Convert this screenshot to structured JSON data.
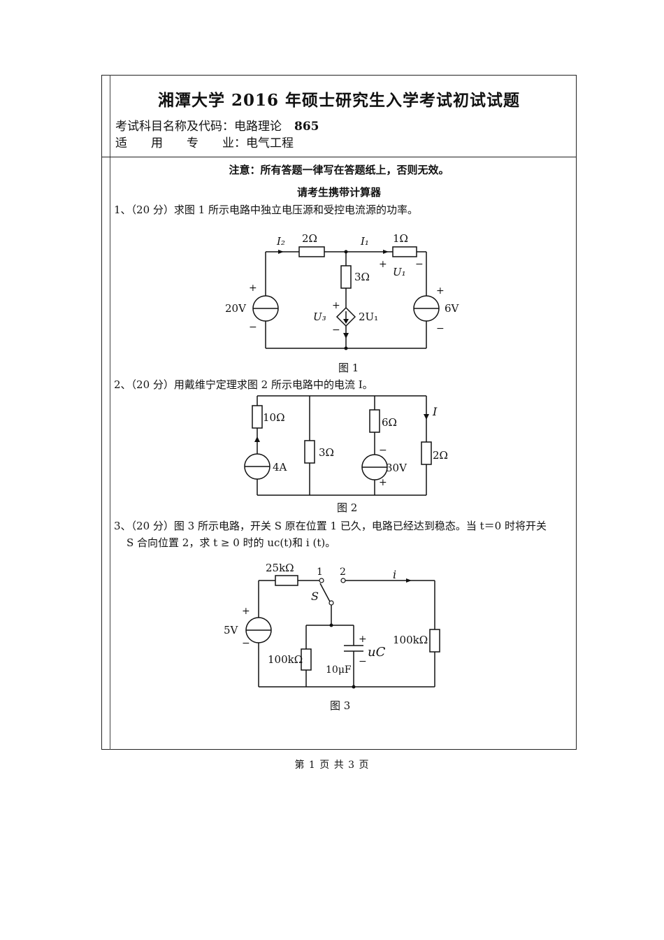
{
  "header": {
    "title": "湘潭大学 2016 年硕士研究生入学考试初试试题",
    "subject_label": "考试科目名称及代码：电路理论",
    "subject_code": "865",
    "major_line": "适　　用　　专　　业：电气工程"
  },
  "notices": {
    "answer_notice": "注意：所有答题一律写在答题纸上，否则无效。",
    "calculator_notice": "请考生携带计算器"
  },
  "questions": [
    {
      "text": "1、（20 分）求图 1 所示电路中独立电压源和受控电流源的功率。",
      "figure_caption": "图 1",
      "labels": {
        "I2": "I₂",
        "R1": "2Ω",
        "I1": "I₁",
        "R2": "1Ω",
        "U1": "U₁",
        "R3": "3Ω",
        "U3": "U₃",
        "dep": "2U₁",
        "V1": "20V",
        "V2": "6V",
        "plus": "+",
        "minus": "−"
      }
    },
    {
      "text": "2、（20 分）用戴维宁定理求图 2 所示电路中的电流 I。",
      "figure_caption": "图 2",
      "labels": {
        "R1": "10Ω",
        "R2": "3Ω",
        "R3": "6Ω",
        "R4": "2Ω",
        "I": "I",
        "Is": "4A",
        "Vs": "30V",
        "plus": "+",
        "minus": "−"
      }
    },
    {
      "text_line1": "3、（20 分）图 3 所示电路，开关 S 原在位置 1 已久，电路已经达到稳态。当 t＝0 时将开关",
      "text_line2": "S 合向位置 2，求 t ≥ 0 时的 uc(t)和 i (t)。",
      "figure_caption": "图 3",
      "labels": {
        "R1": "25kΩ",
        "pos1": "1",
        "pos2": "2",
        "i": "i",
        "S": "S",
        "Vs": "5V",
        "R2": "100kΩ",
        "R3": "100kΩ",
        "C": "10μF",
        "uC": "uC",
        "plus": "+",
        "minus": "−"
      }
    }
  ],
  "footer": {
    "page_info": "第 1 页 共 3 页"
  }
}
